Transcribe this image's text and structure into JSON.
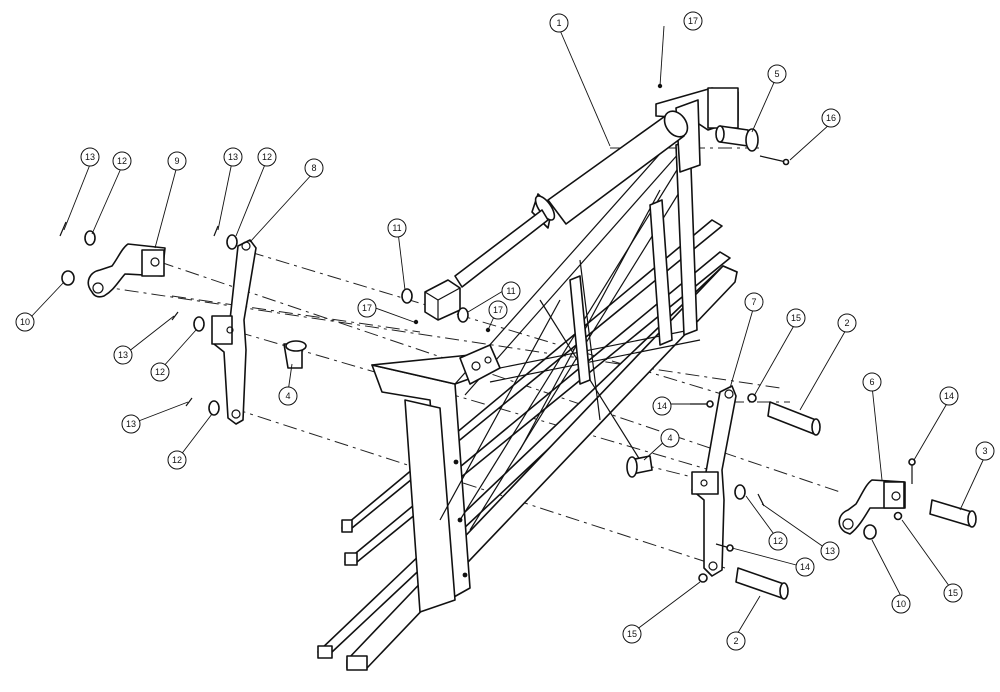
{
  "callouts": [
    {
      "id": "c1",
      "label": "1"
    },
    {
      "id": "c2a",
      "label": "2"
    },
    {
      "id": "c2b",
      "label": "2"
    },
    {
      "id": "c3",
      "label": "3"
    },
    {
      "id": "c4a",
      "label": "4"
    },
    {
      "id": "c4b",
      "label": "4"
    },
    {
      "id": "c5",
      "label": "5"
    },
    {
      "id": "c6",
      "label": "6"
    },
    {
      "id": "c7",
      "label": "7"
    },
    {
      "id": "c8",
      "label": "8"
    },
    {
      "id": "c9",
      "label": "9"
    },
    {
      "id": "c10a",
      "label": "10"
    },
    {
      "id": "c10b",
      "label": "10"
    },
    {
      "id": "c11a",
      "label": "11"
    },
    {
      "id": "c11b",
      "label": "11"
    },
    {
      "id": "c12a",
      "label": "12"
    },
    {
      "id": "c12b",
      "label": "12"
    },
    {
      "id": "c12c",
      "label": "12"
    },
    {
      "id": "c12d",
      "label": "12"
    },
    {
      "id": "c12e",
      "label": "12"
    },
    {
      "id": "c13a",
      "label": "13"
    },
    {
      "id": "c13b",
      "label": "13"
    },
    {
      "id": "c13c",
      "label": "13"
    },
    {
      "id": "c13d",
      "label": "13"
    },
    {
      "id": "c13e",
      "label": "13"
    },
    {
      "id": "c14a",
      "label": "14"
    },
    {
      "id": "c14b",
      "label": "14"
    },
    {
      "id": "c14c",
      "label": "14"
    },
    {
      "id": "c15a",
      "label": "15"
    },
    {
      "id": "c15b",
      "label": "15"
    },
    {
      "id": "c15c",
      "label": "15"
    },
    {
      "id": "c16",
      "label": "16"
    },
    {
      "id": "c17a",
      "label": "17"
    },
    {
      "id": "c17b",
      "label": "17"
    },
    {
      "id": "c17c",
      "label": "17"
    }
  ]
}
